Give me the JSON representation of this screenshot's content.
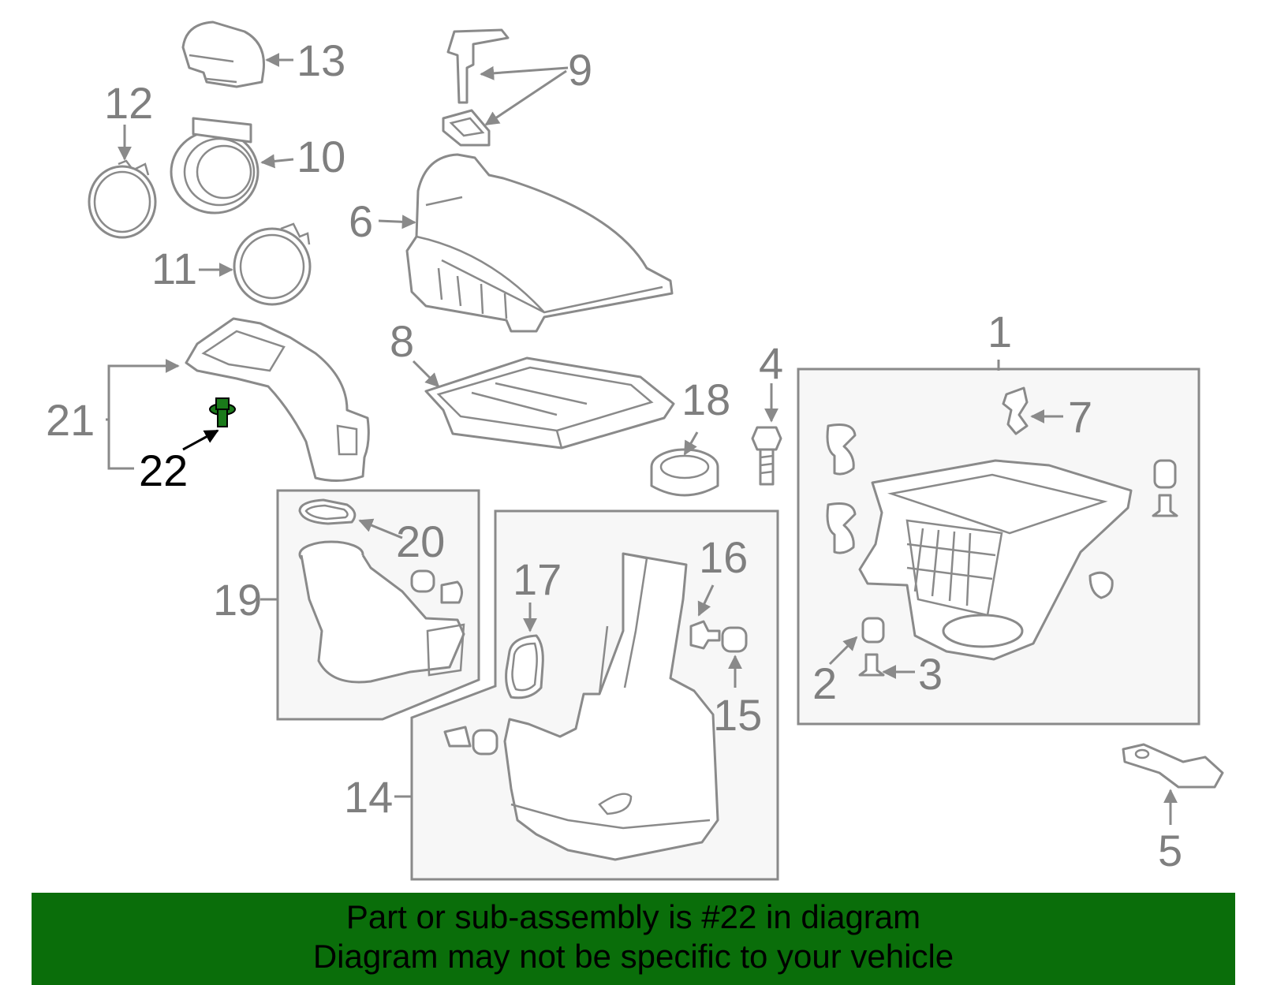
{
  "callouts": [
    "1",
    "2",
    "3",
    "4",
    "5",
    "6",
    "7",
    "8",
    "9",
    "10",
    "11",
    "12",
    "13",
    "14",
    "15",
    "16",
    "17",
    "18",
    "19",
    "20",
    "21",
    "22"
  ],
  "highlighted_part": "22",
  "colors": {
    "line": "#8a8a8a",
    "label": "#7f7f7f",
    "highlight_part": "#1a7a1a",
    "banner": "#0a6e0a"
  },
  "banner": {
    "line1": "Part or sub-assembly is #22 in diagram",
    "line2": "Diagram may not be specific to your vehicle"
  }
}
